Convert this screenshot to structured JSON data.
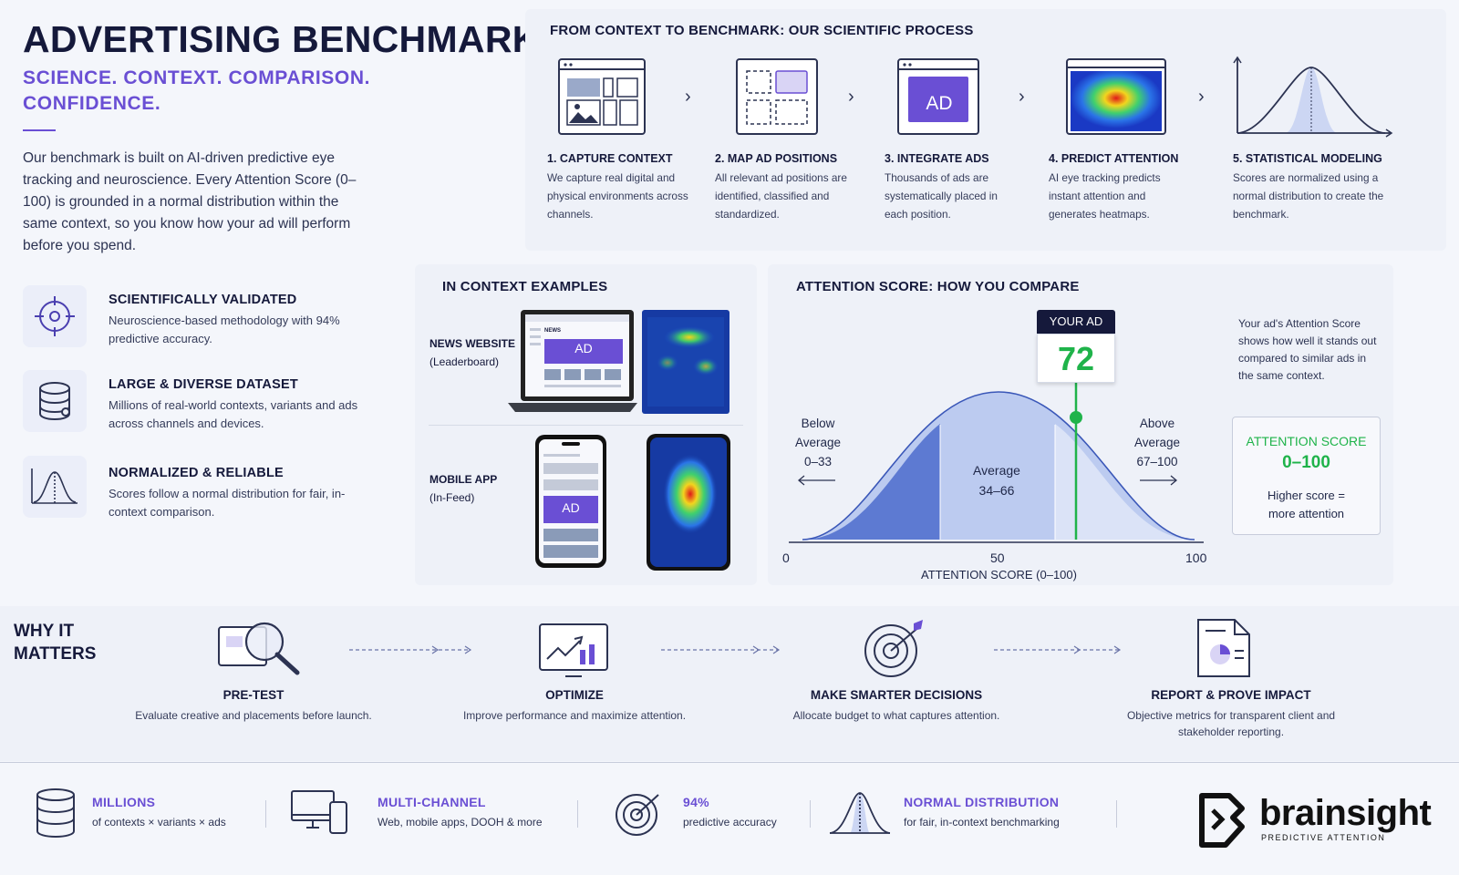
{
  "header": {
    "title": "ADVERTISING BENCHMARK",
    "subtitle": "SCIENCE. CONTEXT. COMPARISON. CONFIDENCE.",
    "intro": "Our benchmark is built on AI-driven predictive eye tracking and neuroscience. Every Attention Score (0–100) is grounded in a normal distribution within the same context, so you know how your ad will perform before you spend."
  },
  "features": [
    {
      "title": "SCIENTIFICALLY VALIDATED",
      "text": "Neuroscience-based methodology with 94% predictive accuracy.",
      "icon": "crosshair-icon"
    },
    {
      "title": "LARGE & DIVERSE DATASET",
      "text": "Millions of real-world contexts, variants and ads across channels and devices.",
      "icon": "database-icon"
    },
    {
      "title": "NORMALIZED & RELIABLE",
      "text": "Scores follow a normal distribution for fair, in-context comparison.",
      "icon": "bell-curve-icon"
    }
  ],
  "process": {
    "title": "FROM CONTEXT TO BENCHMARK: OUR SCIENTIFIC PROCESS",
    "steps": [
      {
        "title": "1. CAPTURE CONTEXT",
        "text": "We capture real digital and physical environments across channels."
      },
      {
        "title": "2. MAP AD POSITIONS",
        "text": "All relevant ad positions are identified, classified and standardized."
      },
      {
        "title": "3. INTEGRATE ADS",
        "text": "Thousands of ads are systematically placed in each position.",
        "badge": "AD"
      },
      {
        "title": "4. PREDICT ATTENTION",
        "text": "AI eye tracking predicts instant attention and generates heatmaps."
      },
      {
        "title": "5. STATISTICAL MODELING",
        "text": "Scores are normalized using a normal distribution to create the benchmark."
      }
    ]
  },
  "examples": {
    "title": "IN CONTEXT EXAMPLES",
    "rows": [
      {
        "label": "NEWS WEBSITE",
        "sub": "(Leaderboard)",
        "ad": "AD",
        "site": "NEWS"
      },
      {
        "label": "MOBILE APP",
        "sub": "(In-Feed)",
        "ad": "AD"
      }
    ]
  },
  "score": {
    "title": "ATTENTION SCORE: HOW YOU COMPARE",
    "your_ad_label": "YOUR AD",
    "your_ad_value": "72",
    "below": [
      "Below",
      "Average",
      "0–33"
    ],
    "above": [
      "Above",
      "Average",
      "67–100"
    ],
    "average": [
      "Average",
      "34–66"
    ],
    "x_ticks": [
      "0",
      "50",
      "100"
    ],
    "x_label": "ATTENTION SCORE (0–100)",
    "note": "Your ad's Attention Score shows how well it stands out compared to similar ads in the same context.",
    "box_title": "ATTENTION SCORE",
    "box_range": "0–100",
    "box_text": "Higher score = more attention"
  },
  "why": {
    "title": "WHY IT MATTERS",
    "items": [
      {
        "title": "PRE-TEST",
        "text": "Evaluate creative and placements before launch."
      },
      {
        "title": "OPTIMIZE",
        "text": "Improve performance and maximize attention."
      },
      {
        "title": "MAKE SMARTER DECISIONS",
        "text": "Allocate budget to what captures attention."
      },
      {
        "title": "REPORT & PROVE IMPACT",
        "text": "Objective metrics for transparent client and stakeholder reporting."
      }
    ]
  },
  "stats": [
    {
      "title": "MILLIONS",
      "text": "of contexts × variants × ads"
    },
    {
      "title": "MULTI-CHANNEL",
      "text": "Web, mobile apps, DOOH & more"
    },
    {
      "title": "94%",
      "text": "predictive accuracy"
    },
    {
      "title": "NORMAL DISTRIBUTION",
      "text": "for fair, in-context benchmarking"
    }
  ],
  "brand": {
    "name": "brainsight",
    "tagline": "PREDICTIVE ATTENTION"
  },
  "colors": {
    "accent": "#6a4fd4",
    "navy": "#15193b",
    "green": "#1fb34a",
    "curve_dark": "#5d7ad2",
    "curve_light": "#bccbf0"
  }
}
